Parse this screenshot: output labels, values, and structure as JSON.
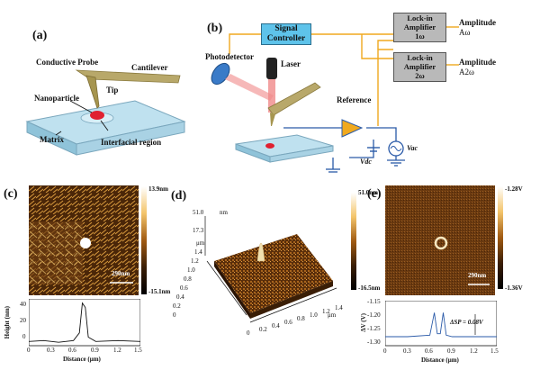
{
  "panels": {
    "a": {
      "letter": "(a)",
      "labels": {
        "probe": "Conductive Probe",
        "cantilever": "Cantilever",
        "tip": "Tip",
        "nanoparticle": "Nanoparticle",
        "matrix": "Matrix",
        "interfacial": "Interfacial region"
      }
    },
    "b": {
      "letter": "(b)",
      "signal_controller": [
        "Signal",
        "Controller"
      ],
      "lockin1": [
        "Lock-in",
        "Amplifier",
        "1ω"
      ],
      "lockin2": [
        "Lock-in",
        "Amplifier",
        "2ω"
      ],
      "amp1": [
        "Amplitude",
        "Aω"
      ],
      "amp2": [
        "Amplitude",
        "A2ω"
      ],
      "photodetector": "Photodetector",
      "laser": "Laser",
      "reference": "Reference",
      "vdc": "Vdc",
      "vac": "Vac"
    },
    "c": {
      "letter": "(c)",
      "scale_top": "13.9nm",
      "scale_bottom": "-15.1nm",
      "scalebar": "290nm",
      "ylabel": "Height (nm)",
      "xlabel": "Distance (μm)",
      "yticks": [
        "40",
        "20",
        "0"
      ],
      "xticks": [
        "0",
        "0.3",
        "0.6",
        "0.9",
        "1.2",
        "1.5"
      ]
    },
    "d": {
      "letter": "(d)",
      "scale_top": "51.0nm",
      "scale_bottom": "-16.5nm",
      "zticks": [
        "51.0",
        "17.3"
      ],
      "zunit": "nm",
      "yunit": "μm",
      "xunit": "μm",
      "yticks": [
        "1.4",
        "1.2",
        "1.0",
        "0.8",
        "0.6",
        "0.4",
        "0.2",
        "0"
      ],
      "xticks": [
        "0",
        "0.2",
        "0.4",
        "0.6",
        "0.8",
        "1.0",
        "1.2",
        "1.4"
      ]
    },
    "e": {
      "letter": "(e)",
      "scale_top": "-1.28V",
      "scale_bottom": "-1.36V",
      "scalebar": "290nm",
      "ylabel": "ΔV (V)",
      "xlabel": "Distance (μm)",
      "annotation": "ΔSP = 0.08V",
      "yticks": [
        "-1.15",
        "-1.20",
        "-1.25",
        "-1.30"
      ],
      "xticks": [
        "0",
        "0.3",
        "0.6",
        "0.9",
        "1.2",
        "1.5"
      ]
    }
  },
  "colors": {
    "signal": "#f0a91e",
    "blue_line": "#2a5aa8",
    "afm_dark": "#3a1e06",
    "afm_light": "#e0a84a"
  },
  "chart_data": [
    {
      "type": "line",
      "xlabel": "Distance (μm)",
      "ylabel": "Height (nm)",
      "xlim": [
        0,
        1.5
      ],
      "ylim": [
        -5,
        50
      ],
      "series": [
        {
          "x": [
            0,
            0.2,
            0.4,
            0.6,
            0.68,
            0.72,
            0.76,
            0.8,
            0.9,
            1.2,
            1.5
          ],
          "y": [
            0,
            1,
            -1,
            1,
            10,
            45,
            40,
            5,
            0,
            1,
            0
          ]
        }
      ]
    },
    {
      "type": "line",
      "xlabel": "Distance (μm)",
      "ylabel": "ΔV (V)",
      "xlim": [
        0,
        1.5
      ],
      "ylim": [
        -1.3,
        -1.15
      ],
      "series": [
        {
          "x": [
            0,
            0.3,
            0.6,
            0.66,
            0.7,
            0.74,
            0.78,
            0.82,
            0.9,
            1.2,
            1.5
          ],
          "y": [
            -1.27,
            -1.27,
            -1.265,
            -1.19,
            -1.26,
            -1.26,
            -1.19,
            -1.265,
            -1.27,
            -1.27,
            -1.27
          ]
        }
      ]
    }
  ]
}
